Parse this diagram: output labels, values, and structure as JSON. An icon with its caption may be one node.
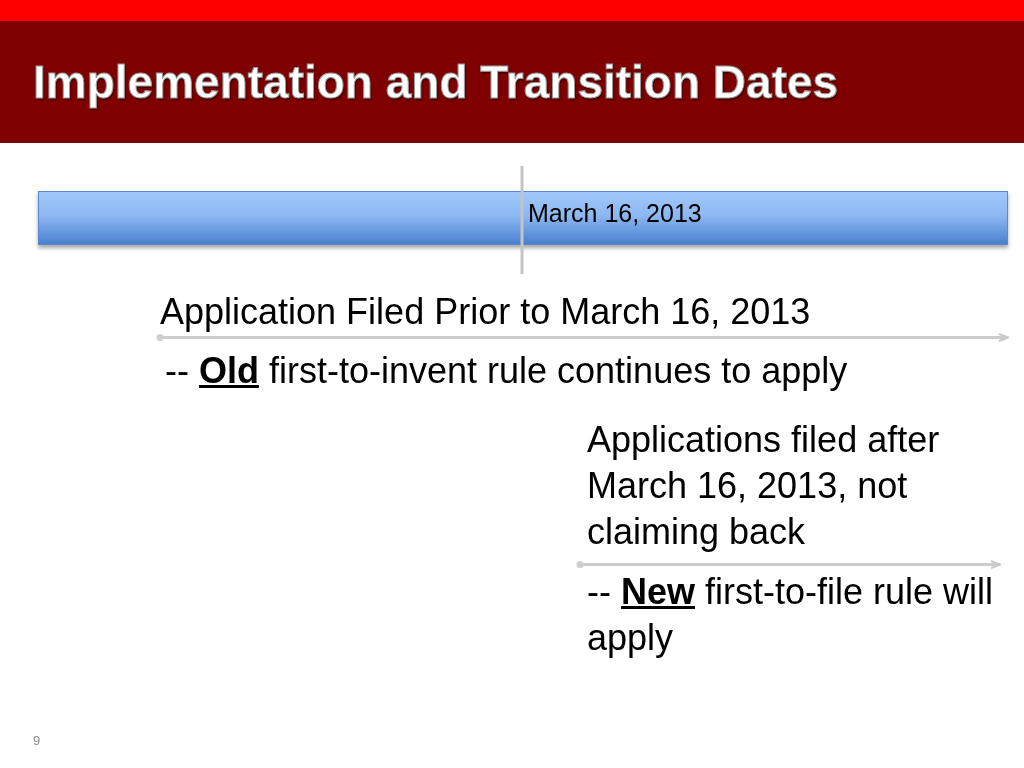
{
  "diagram": {
    "title": "Implementation and Transition Dates",
    "nodes": [
      {
        "text": [
          "March 16, 2013"
        ]
      }
    ],
    "labels": [
      "Application Filed Prior to March 16, 2013",
      "-- **Old** first-to-invent rule continues to apply",
      "Applications filed after March 16, 2013, not claiming back",
      "-- **New** first-to-file rule will apply",
      "9"
    ]
  }
}
